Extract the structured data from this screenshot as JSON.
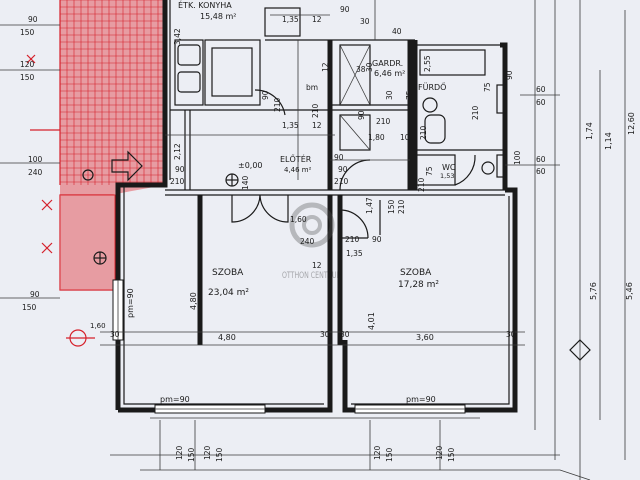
{
  "rooms": {
    "kitchen": {
      "name": "ÉTK. KONYHA",
      "area": "15,48 m²"
    },
    "wardrobe": {
      "name": "GARDR.",
      "area": "6,46 m²"
    },
    "bath": {
      "name": "FÜRDŐ"
    },
    "hall": {
      "name": "ELŐTÉR",
      "area": "4,46 m²"
    },
    "wc": {
      "name": "WC",
      "area": "1,53"
    },
    "room1": {
      "name": "SZOBA",
      "area": "23,04 m²"
    },
    "room2": {
      "name": "SZOBA",
      "area": "17,28 m²"
    }
  },
  "levels": {
    "hall": "±0,00"
  },
  "windows": {
    "left": "pm=90",
    "bottom_left": "pm=90",
    "bottom_right": "pm=90"
  },
  "watermark": {
    "text": "OTTHON CENTRUM"
  },
  "dims": {
    "d_90_tl": "90",
    "d_150_tl": "150",
    "d_120_l": "120",
    "d_150_l": "150",
    "d_100_l": "100",
    "d_240_l": "240",
    "d_90_bl": "90",
    "d_150_bl": "150",
    "d_160": "1,60",
    "d_342": "3,42",
    "d_212": "2,12",
    "d_135a": "1,35",
    "d_12a": "12",
    "d_90_k": "90",
    "d_210_k": "210",
    "bm": "bm",
    "d_140": "140",
    "d_135b": "1,35",
    "d_12b": "12",
    "d_90_e": "90",
    "d_210_e": "210",
    "d_38": "38",
    "d_180": "1,80",
    "d_10": "10",
    "d_75_b": "75",
    "d_210_b": "210",
    "d_255": "2,55",
    "d_75_b2": "75",
    "d_210_b2": "210",
    "d_75_wc": "75",
    "d_210_wc": "210",
    "d_90_r": "90",
    "d_100_r": "100",
    "d_60a": "60",
    "d_60b": "60",
    "d_60c": "60",
    "d_60d": "60",
    "d_174": "1,74",
    "d_114": "1,14",
    "d_1260": "12,60",
    "d_576": "5,76",
    "d_546": "5,46",
    "d_160_m": "1,60",
    "d_240_m": "240",
    "d_147": "1,47",
    "d_210_m": "210",
    "d_90_m": "90",
    "d_135_m": "1,35",
    "d_12_m": "12",
    "d_480_v": "4,80",
    "d_480_h": "4,80",
    "d_401": "4,01",
    "d_360": "3,60",
    "d_30_l": "30",
    "d_30_m": "30",
    "d_30_m2": "30",
    "d_30_r": "30",
    "d_120_b1": "120",
    "d_150_b1": "150",
    "d_120_b2": "120",
    "d_150_b2": "150",
    "d_120_b3": "120",
    "d_150_b3": "150",
    "d_120_b4": "120",
    "d_150_b4": "150",
    "d_40": "40",
    "d_210_t": "210",
    "d_30_t": "30",
    "d_90_t": "90",
    "d_210_t2": "210",
    "d_150_t": "150",
    "d_12_t": "12",
    "d_90_hall": "90",
    "d_210_hall": "210",
    "d_90_hall2": "90",
    "d_210_hall2": "210",
    "d_90_top": "90",
    "d_30_top": "30",
    "d_30_top2": "30"
  }
}
